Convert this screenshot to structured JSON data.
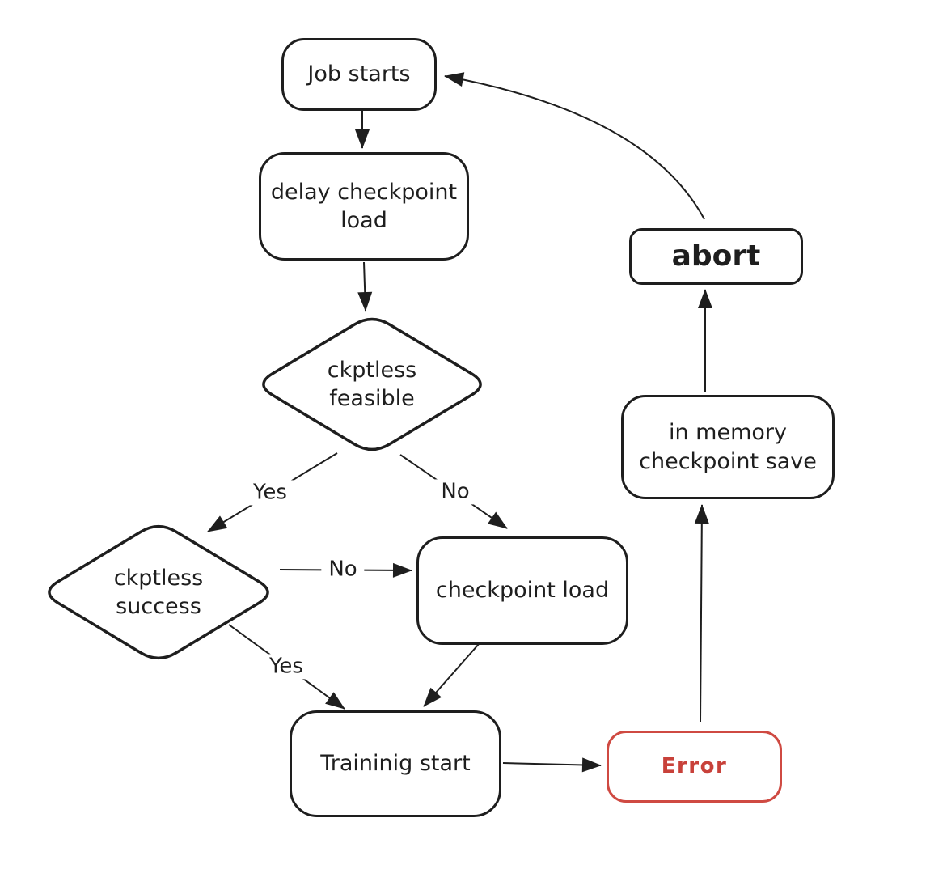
{
  "colors": {
    "stroke": "#1e1e1e",
    "error": "#cf4a42",
    "background": "#ffffff"
  },
  "nodes": {
    "job_starts": {
      "label": "Job starts"
    },
    "delay_checkpoint_load": {
      "label": "delay checkpoint\nload"
    },
    "ckptless_feasible": {
      "label": "ckptless\nfeasible"
    },
    "ckptless_success": {
      "label": "ckptless\nsuccess"
    },
    "checkpoint_load": {
      "label": "checkpoint load"
    },
    "training_start": {
      "label": "Traininig start"
    },
    "error": {
      "label": "Error"
    },
    "in_memory_checkpoint_save": {
      "label": "in memory\ncheckpoint save"
    },
    "abort": {
      "label": "abort"
    }
  },
  "edge_labels": {
    "feasible_yes": "Yes",
    "feasible_no": "No",
    "success_no": "No",
    "success_yes": "Yes"
  }
}
